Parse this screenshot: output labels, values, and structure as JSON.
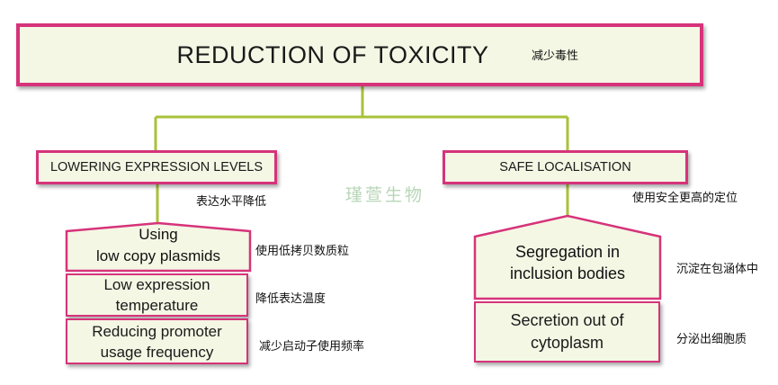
{
  "title": {
    "text": "REDUCTION OF TOXICITY",
    "note": "减少毒性"
  },
  "branches": {
    "left": {
      "label": "LOWERING EXPRESSION LEVELS",
      "note": "表达水平降低",
      "items": [
        {
          "line1": "Using",
          "line2": "low copy plasmids",
          "note": "使用低拷贝数质粒"
        },
        {
          "line1": "Low expression",
          "line2": "temperature",
          "note": "降低表达温度"
        },
        {
          "line1": "Reducing promoter",
          "line2": "usage frequency",
          "note": "减少启动子使用频率"
        }
      ]
    },
    "right": {
      "label": "SAFE LOCALISATION",
      "note": "使用安全更高的定位",
      "items": [
        {
          "line1": "Segregation in",
          "line2": "inclusion bodies",
          "note": "沉淀在包涵体中"
        },
        {
          "line1": "Secretion out of",
          "line2": "cytoplasm",
          "note": "分泌出细胞质"
        }
      ]
    }
  },
  "watermark": "瑾萱生物",
  "colors": {
    "border": "#d6337a",
    "fill": "#f4f7e4",
    "connector": "#a8c23a",
    "watermark": "#b8d6b8"
  }
}
